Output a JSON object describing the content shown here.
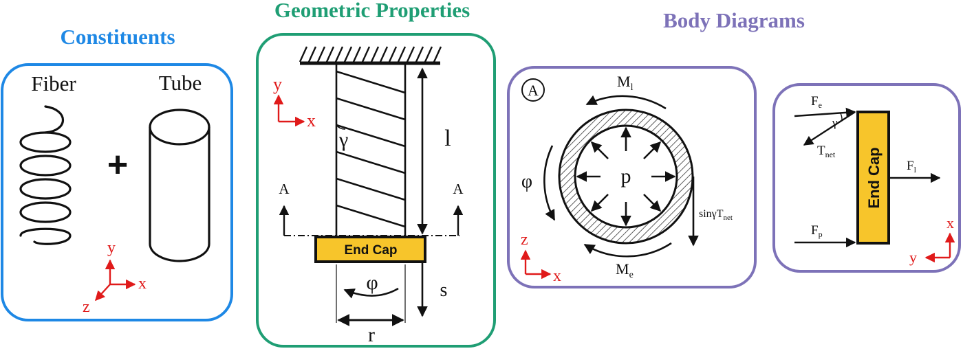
{
  "colors": {
    "constituents": "#1e88e5",
    "geometric": "#1f9e74",
    "body": "#7d72b8",
    "axis": "#e01a1a",
    "end_cap_fill": "#f7c52b",
    "line": "#111111"
  },
  "constituents": {
    "title": "Constituents",
    "fiber_label": "Fiber",
    "tube_label": "Tube",
    "plus": "+",
    "axes": {
      "y": "y",
      "x": "x",
      "z": "z"
    }
  },
  "geometric": {
    "title": "Geometric Properties",
    "axes": {
      "y": "y",
      "x": "x"
    },
    "gamma": "γ",
    "length": "l",
    "section_left": "A",
    "section_right": "A",
    "end_cap": "End Cap",
    "phi": "φ",
    "stroke": "s",
    "radius": "r"
  },
  "body": {
    "title": "Body Diagrams",
    "section_badge": "A",
    "m_l": "M",
    "m_l_sub": "l",
    "m_e": "M",
    "m_e_sub": "e",
    "pressure": "p",
    "phi": "φ",
    "sin_tnet": "sinγT",
    "sin_tnet_sub": "net",
    "axes_a": {
      "z": "z",
      "x": "x"
    },
    "f_e": "F",
    "f_e_sub": "e",
    "gamma": "γ",
    "t_net": "T",
    "t_net_sub": "net",
    "f_l": "F",
    "f_l_sub": "l",
    "f_p": "F",
    "f_p_sub": "p",
    "end_cap": "End Cap",
    "axes_b": {
      "x": "x",
      "y": "y"
    }
  }
}
